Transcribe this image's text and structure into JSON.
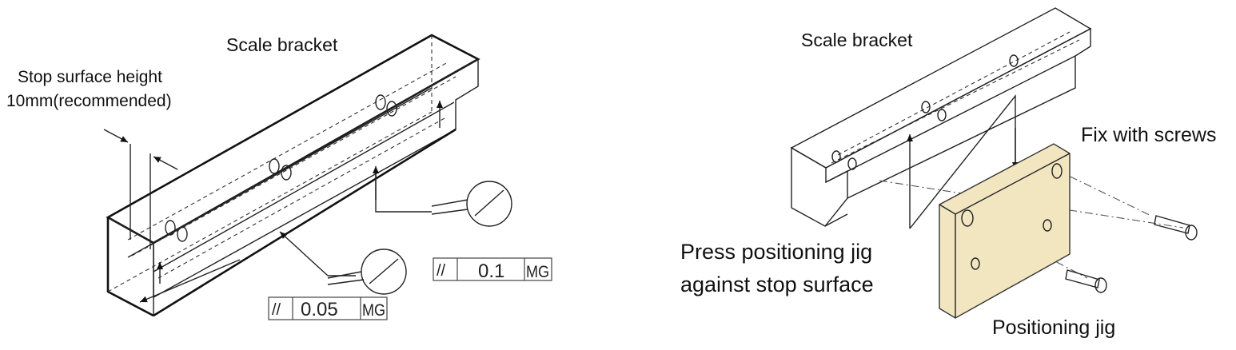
{
  "left_panel": {
    "bracket_label": "Scale bracket",
    "stop_height_line1": "Stop surface height",
    "stop_height_line2": "10mm(recommended)",
    "tolerance_lower": {
      "symbol": "//",
      "value": "0.05",
      "datum": "MG"
    },
    "tolerance_upper": {
      "symbol": "//",
      "value": "0.1",
      "datum": "MG"
    }
  },
  "right_panel": {
    "bracket_label": "Scale bracket",
    "fix_label": "Fix with screws",
    "press_line1": "Press positioning jig",
    "press_line2": "against stop surface",
    "jig_label": "Positioning jig",
    "jig_color": "#f1e6c0"
  }
}
